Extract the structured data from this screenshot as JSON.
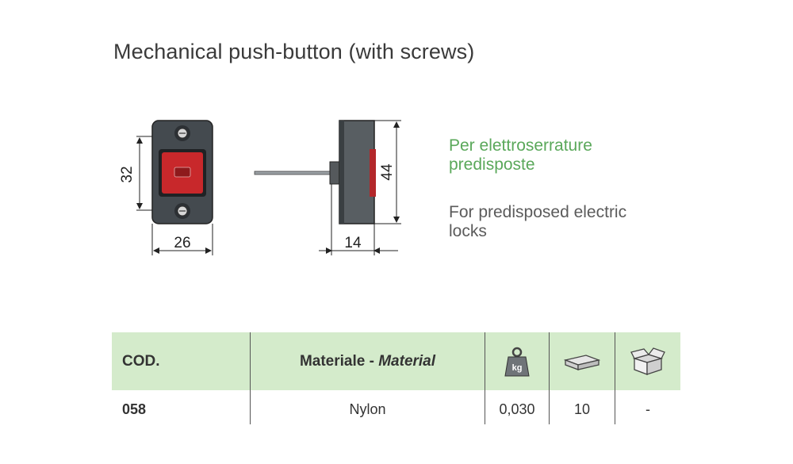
{
  "title": "Mechanical push-button (with screws)",
  "drawing": {
    "front_height_dim": "32",
    "front_width_dim": "26",
    "side_height_dim": "44",
    "side_depth_dim": "14"
  },
  "description": {
    "it": [
      "Per elettroserrature",
      "predisposte"
    ],
    "en": [
      "For predisposed electric",
      "locks"
    ]
  },
  "table": {
    "headers": {
      "code": "COD.",
      "material_it": "Materiale -",
      "material_en": "Material",
      "weight_icon": "kg-weight-icon",
      "weight_icon_label": "kg",
      "pack_icon": "flat-box-icon",
      "carton_icon": "open-carton-icon"
    },
    "row": {
      "code": "058",
      "material": "Nylon",
      "weight": "0,030",
      "pack": "10",
      "carton": "-"
    }
  },
  "colors": {
    "header_bg": "#d4ebcb",
    "italian_text": "#5aa85a",
    "button_red": "#c8282b"
  }
}
